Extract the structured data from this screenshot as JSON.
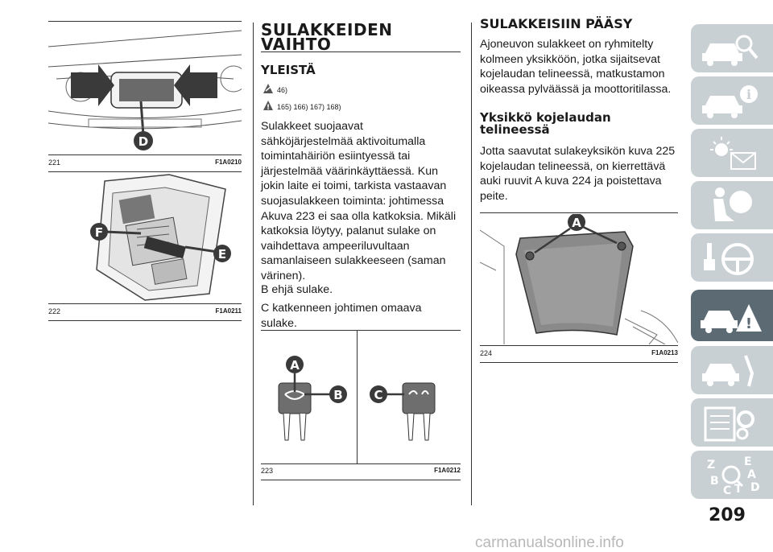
{
  "figures": {
    "f221": {
      "num": "221",
      "code": "F1A0210",
      "callout_d": "D"
    },
    "f222": {
      "num": "222",
      "code": "F1A0211",
      "callout_f": "F",
      "callout_e": "E"
    },
    "f223": {
      "num": "223",
      "code": "F1A0212",
      "callout_a": "A",
      "callout_b": "B",
      "callout_c": "C"
    },
    "f224": {
      "num": "224",
      "code": "F1A0213",
      "callout_a": "A"
    }
  },
  "middle": {
    "title_line1": "SULAKKEIDEN",
    "title_line2": "VAIHTO",
    "subtitle": "YLEISTÄ",
    "ref1": "46)",
    "ref2": "165) 166) 167) 168)",
    "para1": "Sulakkeet suojaavat sähköjärjestelmää aktivoitumalla toimintahäiriön esiintyessä tai järjestelmää väärinkäyttäessä. Kun jokin laite ei toimi, tarkista vastaavan suojasulakkeen toiminta: johtimessa Akuva 223 ei saa olla katkoksia. Mikäli katkoksia löytyy, palanut sulake on vaihdettava ampeeriluvultaan samanlaiseen sulakkeeseen (saman värinen).",
    "para2": "B ehjä sulake.",
    "para3": "C katkenneen johtimen omaava sulake."
  },
  "right": {
    "title": "SULAKKEISIIN PÄÄSY",
    "para1": "Ajoneuvon sulakkeet on ryhmitelty kolmeen yksikköön, jotka sijaitsevat kojelaudan telineessä, matkustamon oikeassa pylväässä ja moottoritilassa.",
    "subtitle_line1": "Yksikkö kojelaudan",
    "subtitle_line2": "telineessä",
    "para2": "Jotta saavutat sulakeyksikön kuva 225 kojelaudan telineessä, on kierrettävä auki ruuvit A kuva 224 ja poistettava peite."
  },
  "sidebar_tabs": [
    {
      "icon": "car-search-icon"
    },
    {
      "icon": "car-info-icon"
    },
    {
      "icon": "dashboard-lights-icon"
    },
    {
      "icon": "airbag-seat-icon"
    },
    {
      "icon": "steering-wheel-icon"
    },
    {
      "icon": "car-warning-icon"
    },
    {
      "icon": "car-service-icon"
    },
    {
      "icon": "technical-data-icon"
    },
    {
      "icon": "index-letters-icon",
      "letters": [
        "Z",
        "E",
        "A",
        "B",
        "C",
        "T",
        "D"
      ]
    }
  ],
  "page_number": "209",
  "watermark": "carmanualsonline.info",
  "colors": {
    "active_tab": "#5b6a73",
    "inactive_tab": "#c9d0d4",
    "callout_fill": "#3a3a3a"
  }
}
